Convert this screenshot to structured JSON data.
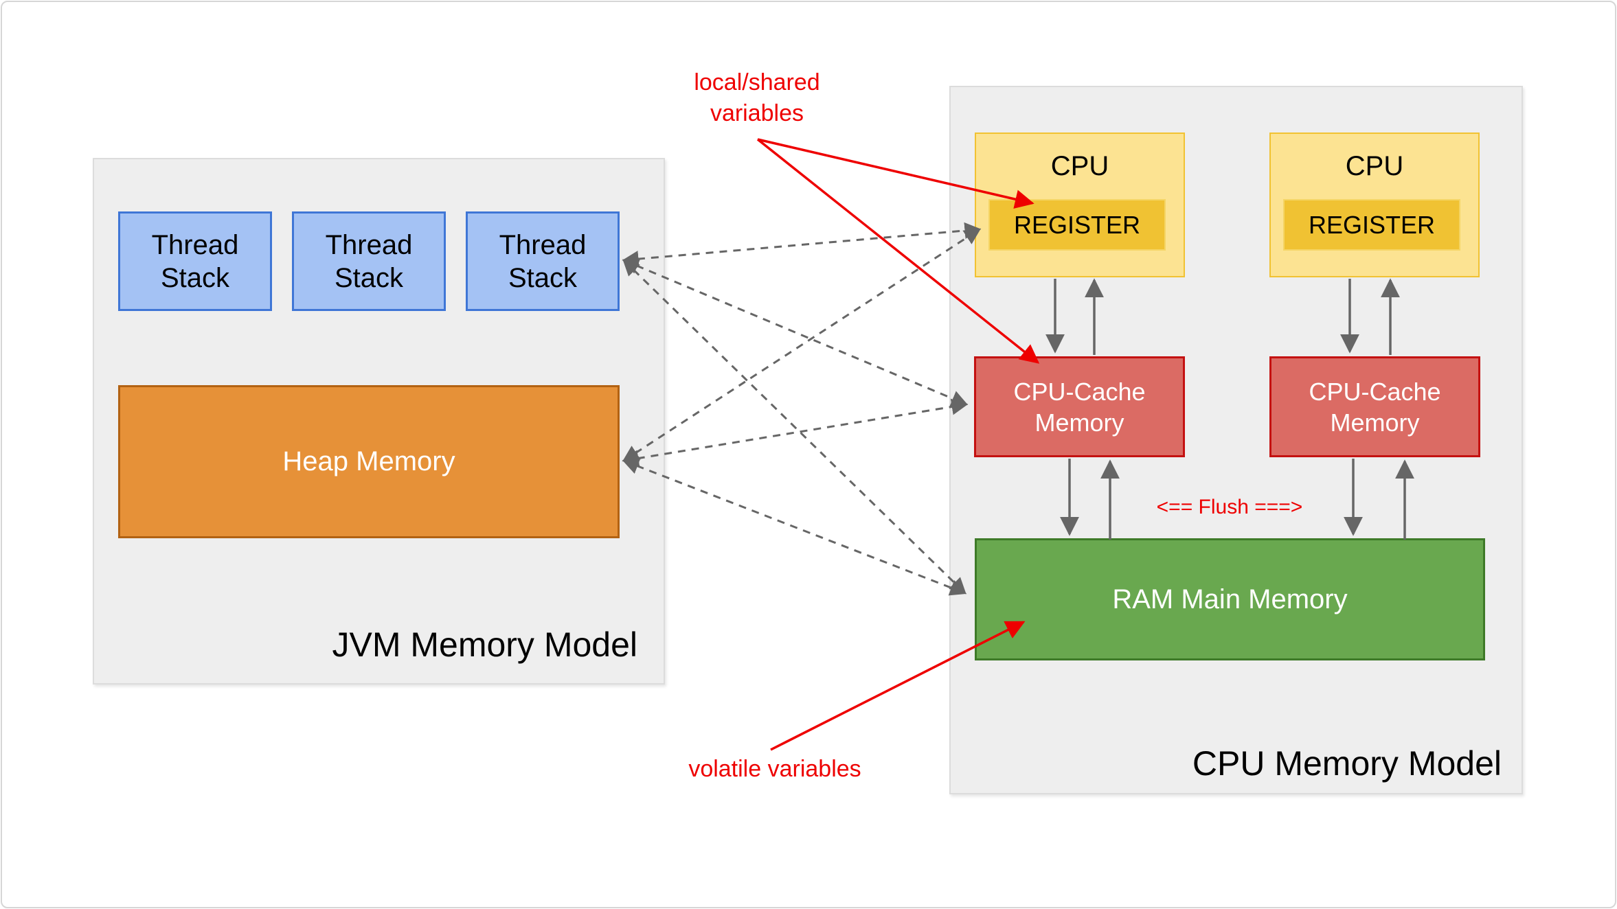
{
  "jvm": {
    "title": "JVM Memory Model",
    "thread_stacks": [
      {
        "label": "Thread\nStack"
      },
      {
        "label": "Thread\nStack"
      },
      {
        "label": "Thread\nStack"
      }
    ],
    "heap_label": "Heap Memory"
  },
  "cpu": {
    "title": "CPU Memory Model",
    "units": [
      {
        "cpu_label": "CPU",
        "register_label": "REGISTER",
        "cache_label": "CPU-Cache\nMemory"
      },
      {
        "cpu_label": "CPU",
        "register_label": "REGISTER",
        "cache_label": "CPU-Cache\nMemory"
      }
    ],
    "ram_label": "RAM Main Memory",
    "flush_label": "<== Flush ===>"
  },
  "annotations": {
    "local_shared": "local/shared\nvariables",
    "volatile": "volatile variables"
  },
  "colors": {
    "container_bg": "#eeeeee",
    "container_border": "#dcdcdc",
    "thread_stack_fill": "#a4c2f4",
    "thread_stack_border": "#3f76d6",
    "heap_fill": "#e69138",
    "heap_border": "#b26212",
    "cpu_fill": "#fce392",
    "cpu_border": "#f1c232",
    "register_fill": "#f0c233",
    "cache_fill": "#db6b64",
    "cache_border": "#c41111",
    "ram_fill": "#69a84f",
    "ram_border": "#3e7a28",
    "annotation_red": "#ee0000",
    "arrow_gray": "#666666"
  }
}
